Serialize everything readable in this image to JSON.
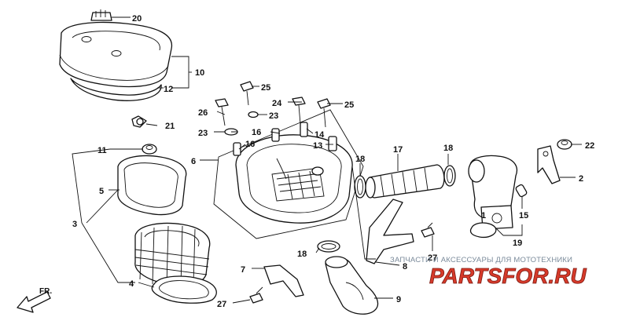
{
  "diagram": {
    "callouts": [
      {
        "id": "c20",
        "text": "20"
      },
      {
        "id": "c10",
        "text": "10"
      },
      {
        "id": "c12",
        "text": "12"
      },
      {
        "id": "c25a",
        "text": "25"
      },
      {
        "id": "c24",
        "text": "24"
      },
      {
        "id": "c25b",
        "text": "25"
      },
      {
        "id": "c26",
        "text": "26"
      },
      {
        "id": "c23a",
        "text": "23"
      },
      {
        "id": "c23b",
        "text": "23"
      },
      {
        "id": "c21",
        "text": "21"
      },
      {
        "id": "c16a",
        "text": "16"
      },
      {
        "id": "c16b",
        "text": "16"
      },
      {
        "id": "c14",
        "text": "14"
      },
      {
        "id": "c13",
        "text": "13"
      },
      {
        "id": "c11",
        "text": "11"
      },
      {
        "id": "c6",
        "text": "6"
      },
      {
        "id": "c17",
        "text": "17"
      },
      {
        "id": "c18a",
        "text": "18"
      },
      {
        "id": "c18b",
        "text": "18"
      },
      {
        "id": "c22",
        "text": "22"
      },
      {
        "id": "c2",
        "text": "2"
      },
      {
        "id": "c5",
        "text": "5"
      },
      {
        "id": "c3",
        "text": "3"
      },
      {
        "id": "c15",
        "text": "15"
      },
      {
        "id": "c19",
        "text": "19"
      },
      {
        "id": "c1",
        "text": "1"
      },
      {
        "id": "c27a",
        "text": "27"
      },
      {
        "id": "c18c",
        "text": "18"
      },
      {
        "id": "c8",
        "text": "8"
      },
      {
        "id": "c7",
        "text": "7"
      },
      {
        "id": "c4",
        "text": "4"
      },
      {
        "id": "c27b",
        "text": "27"
      },
      {
        "id": "c9",
        "text": "9"
      }
    ],
    "direction": {
      "text": "FR."
    }
  },
  "watermark": {
    "caption": "ЗАПЧАСТИ И АКСЕССУАРЫ ДЛЯ МОТОТЕХНИКИ",
    "logo": "PARTSFOR.RU"
  }
}
